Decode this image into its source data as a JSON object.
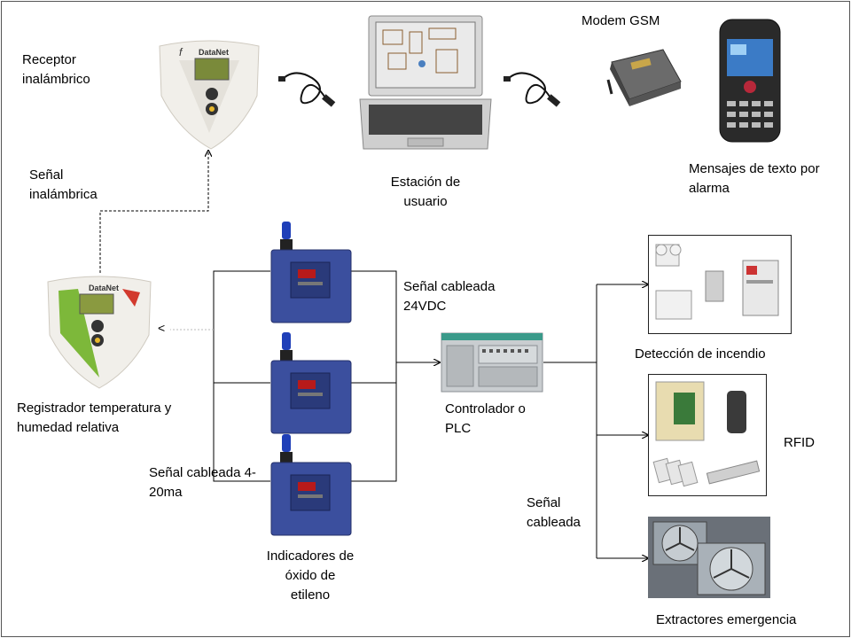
{
  "labels": {
    "receptor": "Receptor inalámbrico",
    "senal_inalambrica": "Señal inalámbrica",
    "estacion": "Estación de usuario",
    "modem": "Modem GSM",
    "mensajes": "Mensajes de texto por alarma",
    "senal_cableada_24": "Señal cableada 24VDC",
    "registrador": "Registrador temperatura y humedad relativa",
    "controlador": "Controlador o PLC",
    "senal_4_20": "Señal cableada 4-20ma",
    "indicadores": "Indicadores de óxido de etileno",
    "senal_cableada": "Señal cableada",
    "deteccion": "Detección de incendio",
    "rfid": "RFID",
    "extractores": "Extractores emergencia"
  },
  "device_text": {
    "datanet": "DataNet",
    "brand_letter": "f",
    "arrow_left": "<"
  },
  "colors": {
    "sensor_blue": "#3b4f9e",
    "beacon_blue": "#1f3fb8",
    "plc_gray": "#c9cdd0",
    "logger_green": "#7db83a",
    "logger_red": "#d23a2e"
  }
}
